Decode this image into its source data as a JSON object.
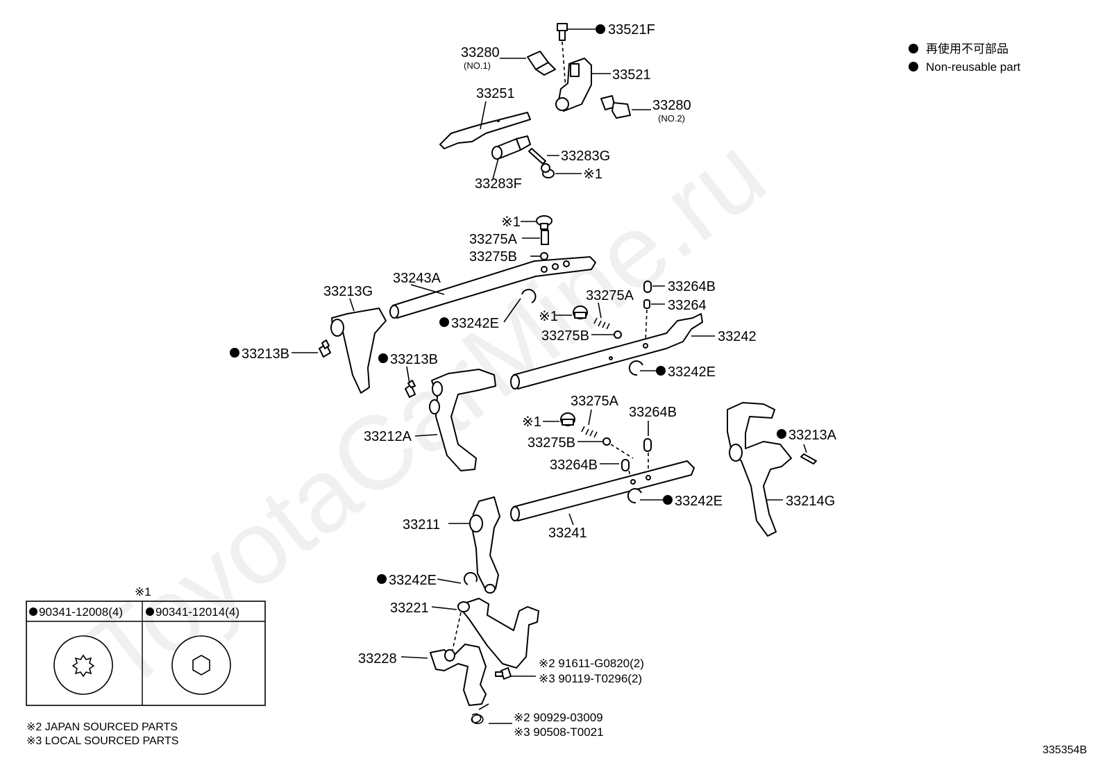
{
  "legend": {
    "jp": "再使用不可部品",
    "en": "Non-reusable part"
  },
  "watermark": "ToyotaCarMine.ru",
  "diagram_id": "335354B",
  "callouts": {
    "c33521F": "33521F",
    "c33280_1": "33280",
    "c33280_1_sub": "(NO.1)",
    "c33521": "33521",
    "c33251": "33251",
    "c33280_2": "33280",
    "c33280_2_sub": "(NO.2)",
    "c33283G": "33283G",
    "c_note1_a": "※1",
    "c33283F": "33283F",
    "c_note1_b": "※1",
    "c33275A_a": "33275A",
    "c33275B_a": "33275B",
    "c33243A": "33243A",
    "c33213G": "33213G",
    "c33264B_a": "33264B",
    "c33275A_b": "33275A",
    "c33264": "33264",
    "c33242E_a": "33242E",
    "c_note1_c": "※1",
    "c33275B_b": "33275B",
    "c33242": "33242",
    "c33213B_a": "33213B",
    "c33213B_b": "33213B",
    "c33242E_b": "33242E",
    "c33275A_c": "33275A",
    "c33264B_b": "33264B",
    "c_note1_d": "※1",
    "c33275B_c": "33275B",
    "c33212A": "33212A",
    "c33213A": "33213A",
    "c33264B_c": "33264B",
    "c33242E_c": "33242E",
    "c33211": "33211",
    "c33214G": "33214G",
    "c33241": "33241",
    "c33242E_d": "33242E",
    "c33221": "33221",
    "c33228": "33228",
    "c91611": "※2  91611-G0820(2)",
    "c90119": "※3  90119-T0296(2)",
    "c90929": "※2 90929-03009",
    "c90508": "※3 90508-T0021"
  },
  "table": {
    "title": "※1",
    "col1": "90341-12008(4)",
    "col2": "90341-12014(4)"
  },
  "footnotes": {
    "n2": "※2 JAPAN SOURCED PARTS",
    "n3": "※3 LOCAL SOURCED PARTS"
  },
  "colors": {
    "line": "#000000",
    "background": "#ffffff"
  }
}
